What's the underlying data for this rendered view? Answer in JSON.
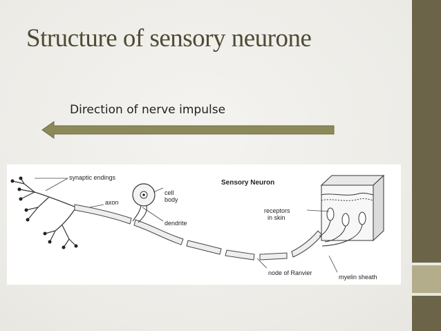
{
  "slide": {
    "title": "Structure of sensory neurone",
    "direction_label": "Direction of nerve impulse"
  },
  "diagram": {
    "title": "Sensory Neuron",
    "labels": {
      "synaptic_endings": "synaptic endings",
      "axon": "axon",
      "cell_body": "cell\nbody",
      "dendrite": "dendrite",
      "receptors": "receptors\n  in skin",
      "node_of_ranvier": "node of Ranvier",
      "myelin_sheath": "myelin sheath"
    }
  },
  "colors": {
    "accent_dark": "#6b6448",
    "accent_light": "#b3ad8c",
    "arrow_fill": "#8c8a5a",
    "title_color": "#4f4b36"
  }
}
